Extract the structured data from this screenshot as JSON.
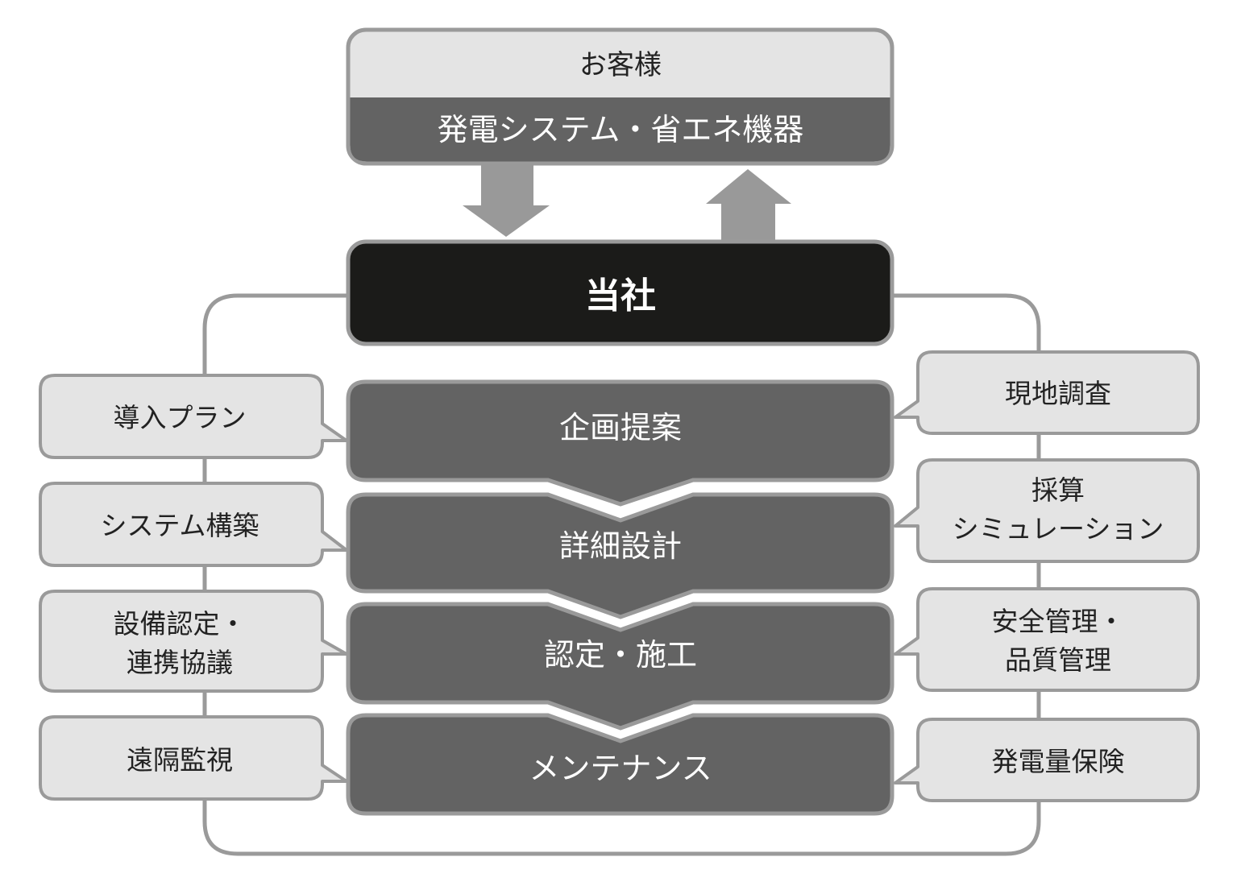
{
  "customer": {
    "title": "お客様",
    "subtitle": "発電システム・省エネ機器"
  },
  "company": {
    "title": "当社"
  },
  "steps": [
    {
      "label": "企画提案"
    },
    {
      "label": "詳細設計"
    },
    {
      "label": "認定・施工"
    },
    {
      "label": "メンテナンス"
    }
  ],
  "left_notes": [
    {
      "lines": [
        "導入プラン"
      ]
    },
    {
      "lines": [
        "システム構築"
      ]
    },
    {
      "lines": [
        "設備認定・",
        "連携協議"
      ]
    },
    {
      "lines": [
        "遠隔監視"
      ]
    }
  ],
  "right_notes": [
    {
      "lines": [
        "現地調査"
      ]
    },
    {
      "lines": [
        "採算",
        "シミュレーション"
      ]
    },
    {
      "lines": [
        "安全管理・",
        "品質管理"
      ]
    },
    {
      "lines": [
        "発電量保険"
      ]
    }
  ],
  "colors": {
    "outline": "#9a9a9a",
    "step_fill": "#636363",
    "company_fill": "#1b1b19",
    "note_fill": "#e4e4e4",
    "arrow_fill": "#999999",
    "text_dark": "#222222",
    "text_light": "#ffffff"
  }
}
